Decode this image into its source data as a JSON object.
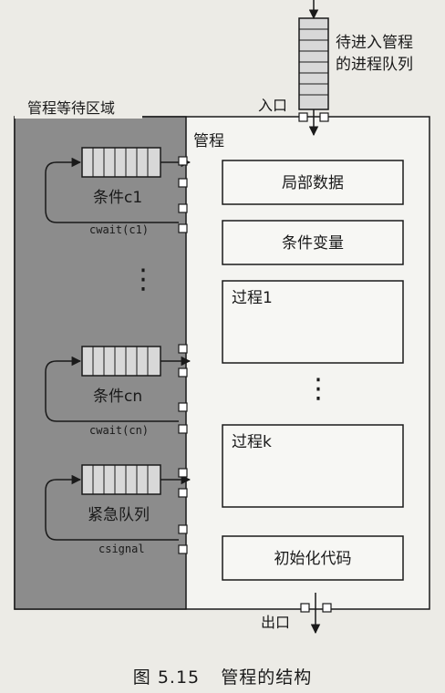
{
  "diagram": {
    "entry_queue_label_line1": "待进入管程",
    "entry_queue_label_line2": "的进程队列",
    "entry_label": "入口",
    "exit_label": "出口",
    "waiting_area_label": "管程等待区域",
    "monitor_label": "管程",
    "condition_queues": [
      {
        "label": "条件c1",
        "wait_op": "cwait(c1)"
      },
      {
        "label": "条件cn",
        "wait_op": "cwait(cn)"
      }
    ],
    "urgent_queue": {
      "label": "紧急队列",
      "op": "csignal"
    },
    "monitor_parts": {
      "local_data": "局部数据",
      "condition_vars": "条件变量",
      "procedure_1": "过程1",
      "procedure_k": "过程k",
      "init_code": "初始化代码"
    },
    "ellipsis": "⋮"
  },
  "caption": {
    "figure_no": "图 5.15",
    "title": "管程的结构"
  },
  "colors": {
    "waiting_area": "#8c8c8c",
    "queue_fill": "#d8d8d8",
    "line": "#1a1a1a",
    "box_fill": "#f4f4f1"
  }
}
